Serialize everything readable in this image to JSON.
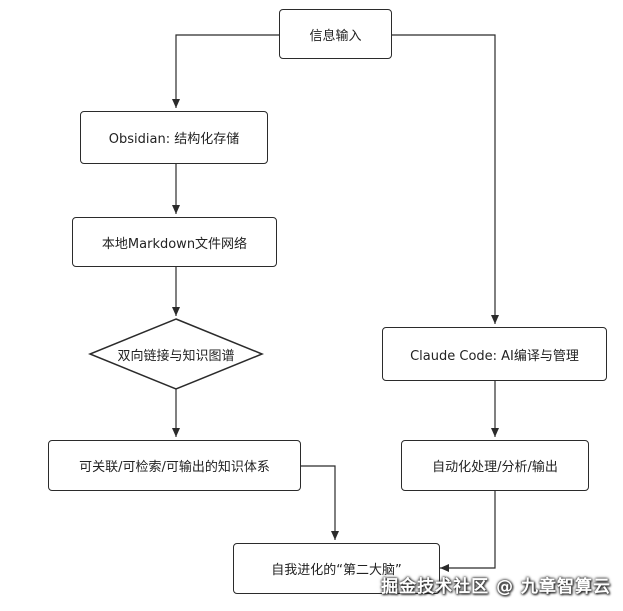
{
  "nodes": {
    "info_input": "信息输入",
    "obsidian": "Obsidian: 结构化存储",
    "markdown": "本地Markdown文件网络",
    "links": "双向链接与知识图谱",
    "knowledge": "可关联/可检索/可输出的知识体系",
    "claude": "Claude Code: AI编译与管理",
    "automation": "自动化处理/分析/输出",
    "brain": "自我进化的“第二大脑”"
  },
  "watermark": "掘金技术社区 @ 九章智算云"
}
